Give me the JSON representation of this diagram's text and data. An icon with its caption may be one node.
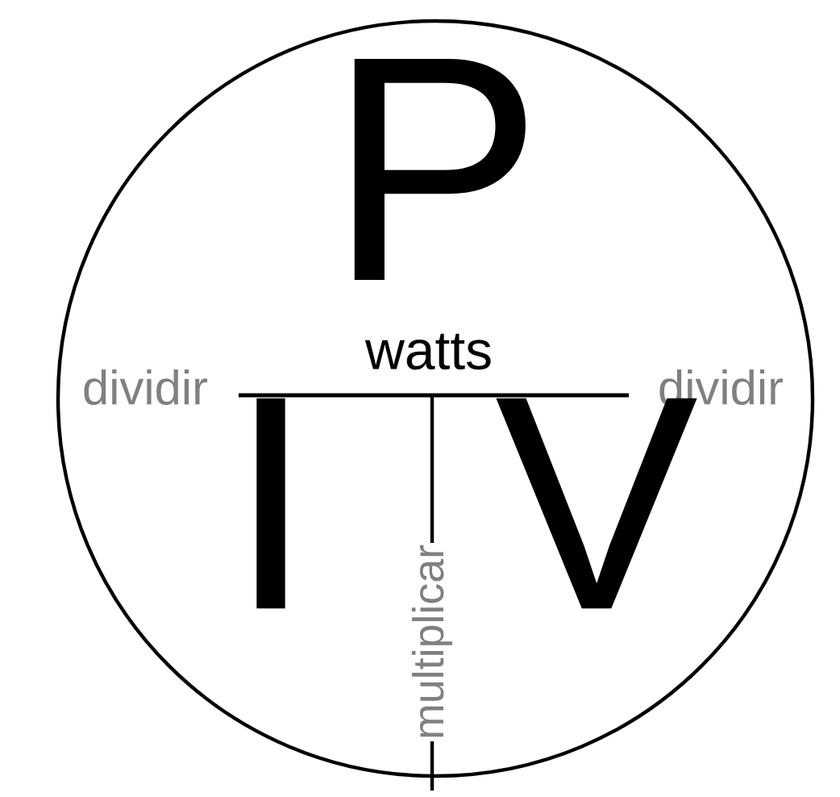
{
  "diagram": {
    "labels": [
      "P",
      "watts",
      "dividir",
      "dividir",
      "I",
      "V",
      "multiplicar"
    ]
  }
}
